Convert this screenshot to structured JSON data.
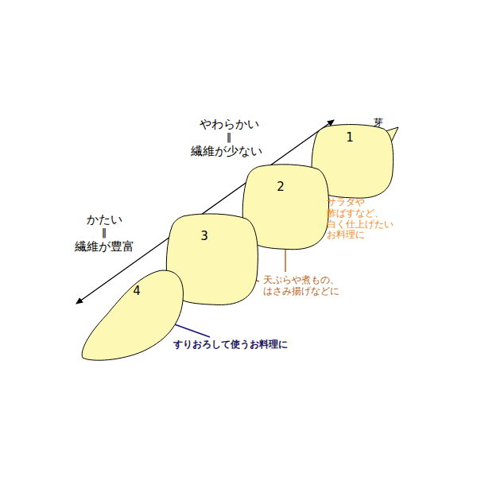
{
  "diagram": {
    "nodes": [
      {
        "text": [
          "1"
        ]
      },
      {
        "text": [
          "2"
        ]
      },
      {
        "text": [
          "3"
        ]
      },
      {
        "text": [
          "4"
        ]
      }
    ],
    "edges": [
      {
        "from": 0,
        "to": 1,
        "arrow": "none"
      },
      {
        "from": 1,
        "to": 2,
        "arrow": "none"
      },
      {
        "from": 2,
        "to": 3,
        "arrow": "none"
      }
    ],
    "labels": [
      "やわらかい",
      "‖",
      "繊維が少ない",
      "かたい",
      "‖",
      "繊維が豊富",
      "芽",
      "サラダや 酢ばすなど、 白く仕上げたい お料理に",
      "天ぷらや煮もの、 はさみ揚げなどに",
      "すりおろして使うお料理に"
    ]
  }
}
